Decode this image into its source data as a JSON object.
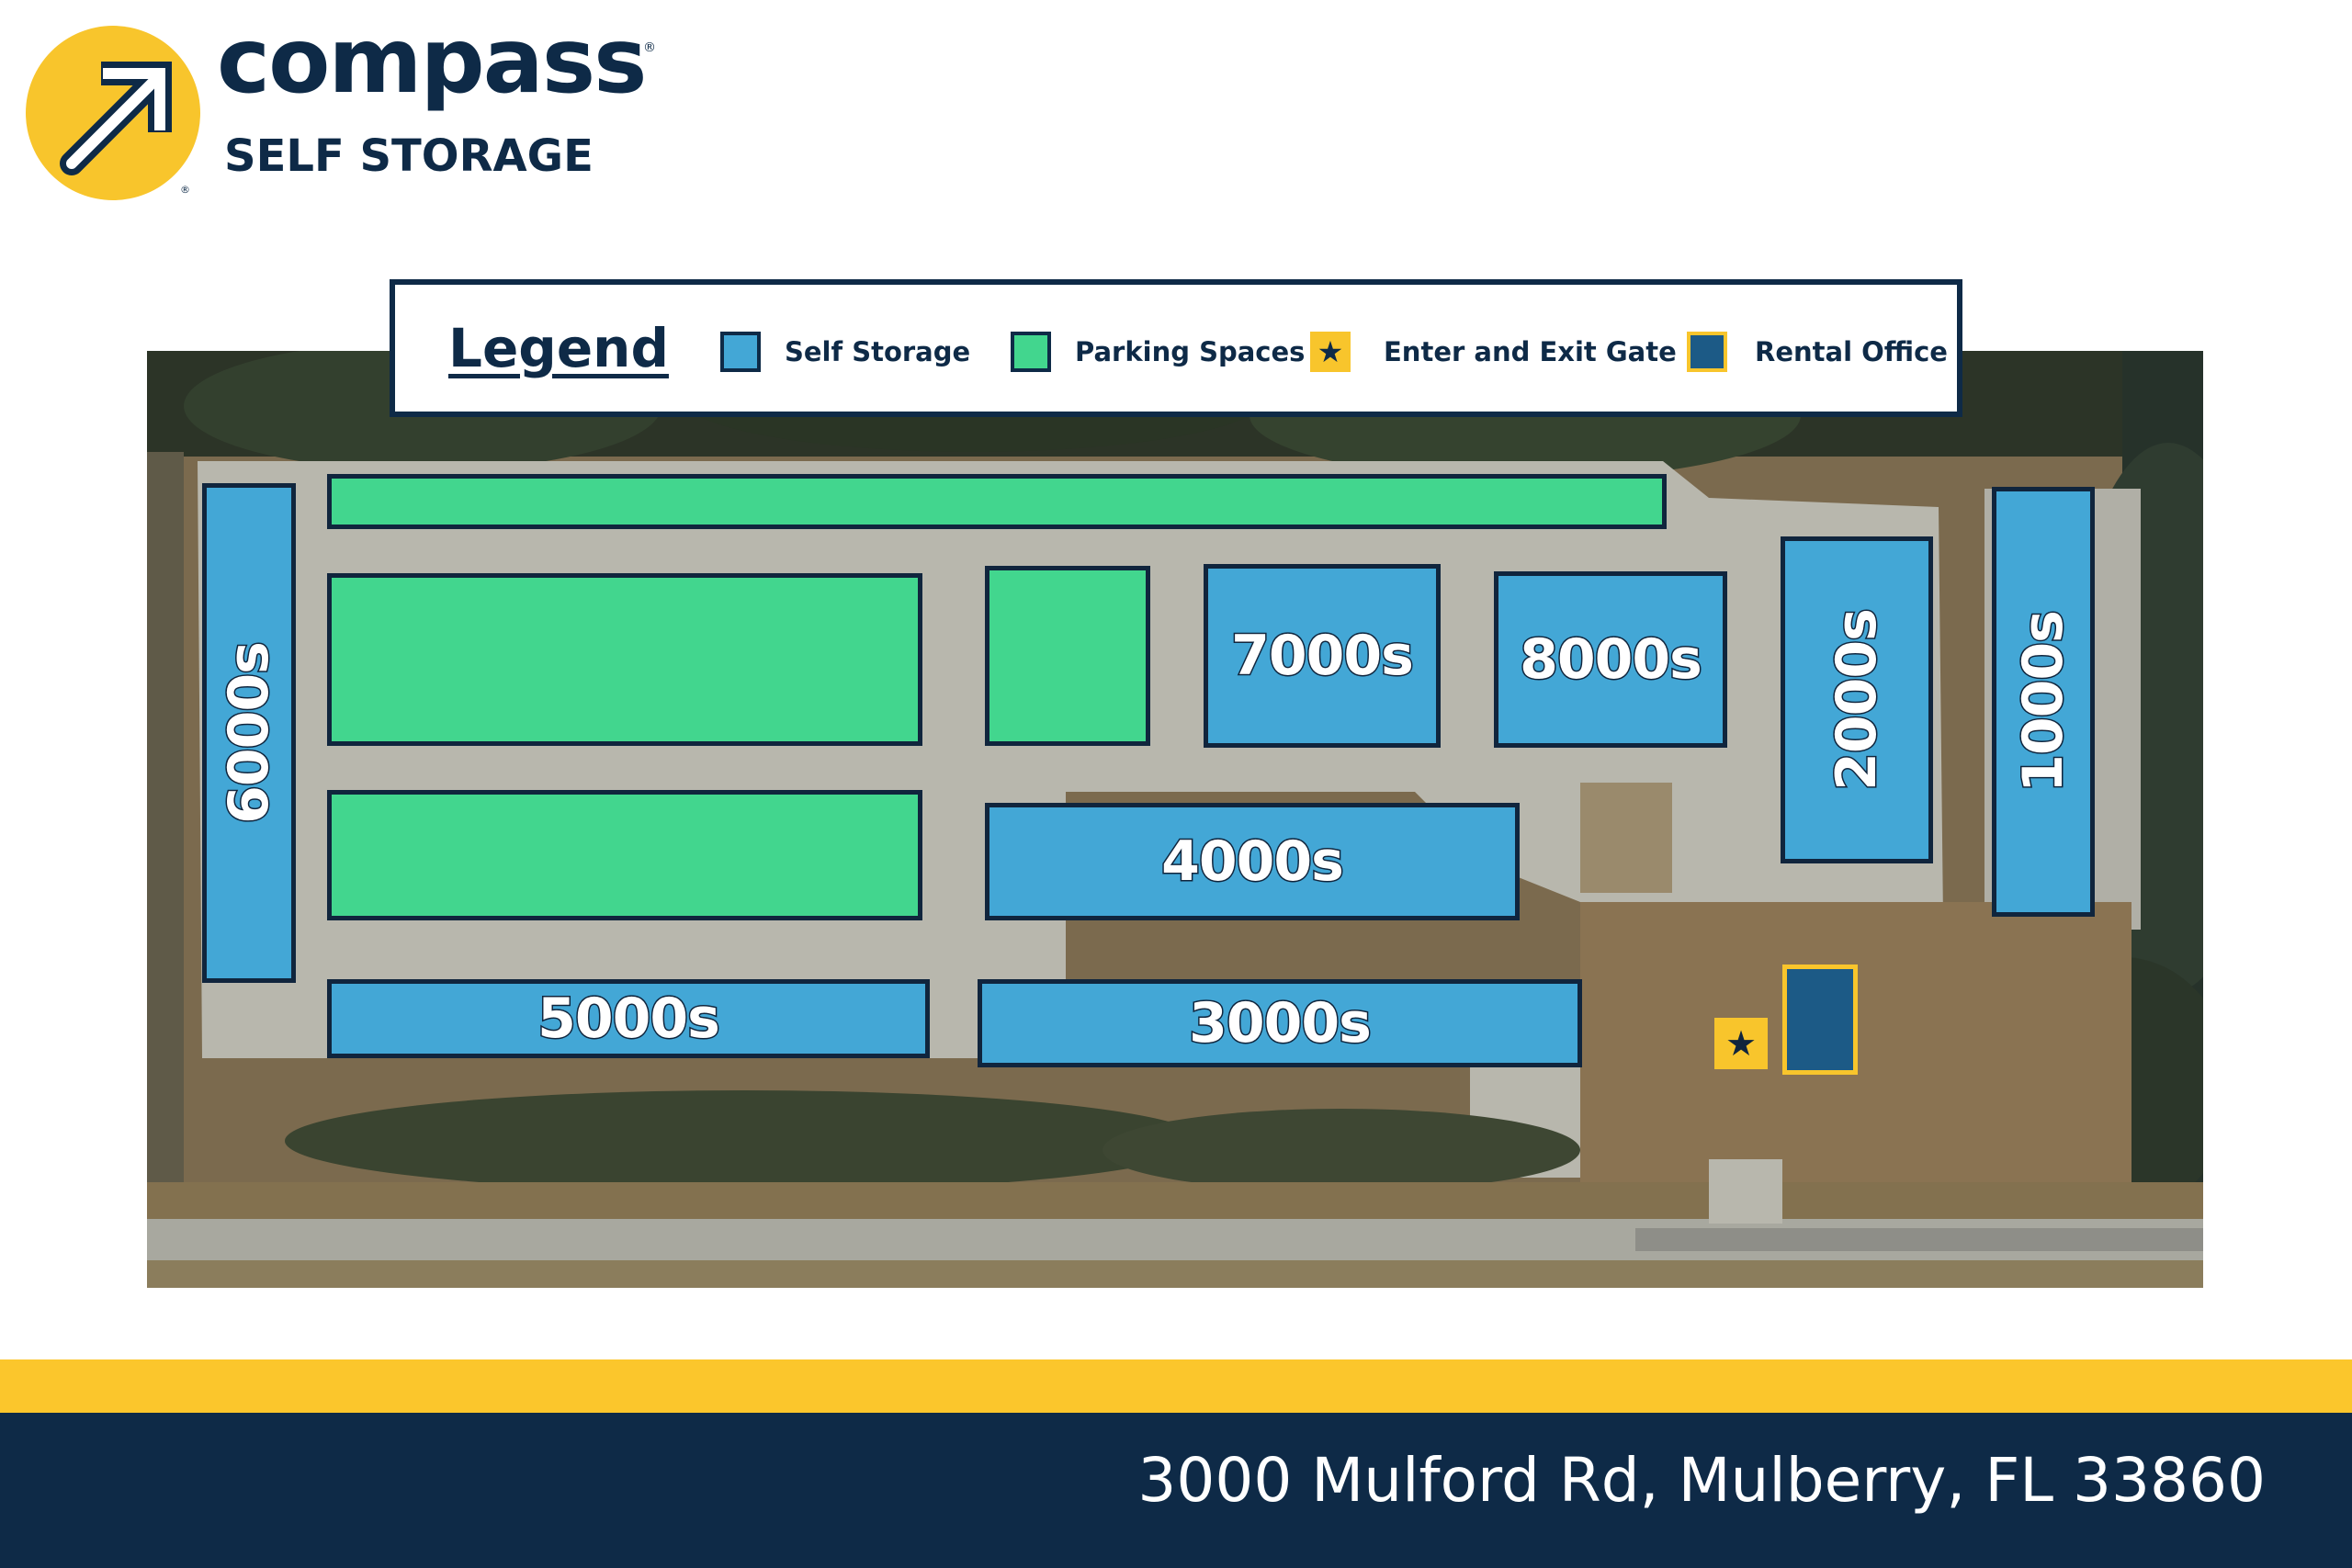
{
  "brand": {
    "name": "compass",
    "tagline": "SELF STORAGE",
    "registered_mark": "®",
    "logo_icon": "arrow-up-right-icon",
    "colors": {
      "yellow": "#f8c52c",
      "navy": "#0e2a47"
    }
  },
  "legend": {
    "title": "Legend",
    "items": [
      {
        "label": "Self Storage",
        "swatch": "#43a7d6"
      },
      {
        "label": "Parking Spaces",
        "swatch": "#42d68e"
      },
      {
        "label": "Enter and Exit Gate",
        "swatch": "#f8c52c",
        "icon": "star-icon",
        "glyph": "★"
      },
      {
        "label": "Rental Office",
        "swatch": "#1c5a86"
      }
    ]
  },
  "map": {
    "buildings": {
      "b6000": "6000s",
      "b7000": "7000s",
      "b8000": "8000s",
      "b2000": "2000s",
      "b1000": "1000s",
      "b4000": "4000s",
      "b5000": "5000s",
      "b3000": "3000s"
    },
    "gate_glyph": "★"
  },
  "footer": {
    "address": "3000 Mulford Rd, Mulberry, FL 33860"
  }
}
